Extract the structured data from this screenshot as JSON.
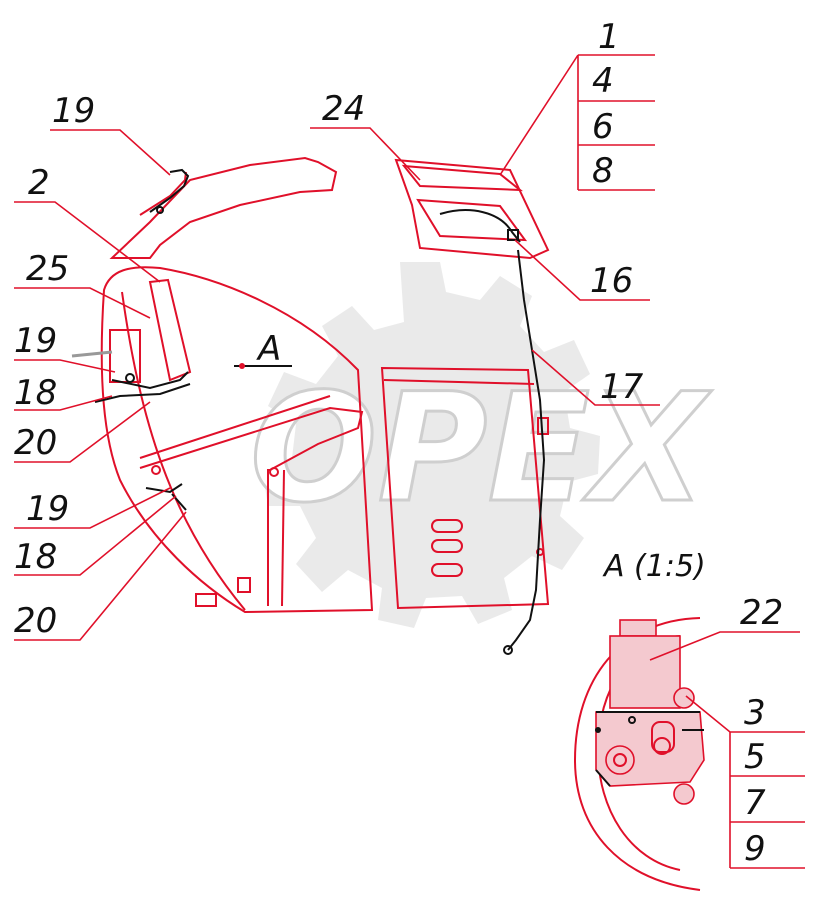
{
  "watermark": {
    "text": "OPEX"
  },
  "callouts": {
    "c1": "1",
    "c4": "4",
    "c6": "6",
    "c8": "8",
    "c24": "24",
    "c16": "16",
    "c17": "17",
    "c19a": "19",
    "c2": "2",
    "c25": "25",
    "c19b": "19",
    "c18a": "18",
    "c20a": "20",
    "c19c": "19",
    "c18b": "18",
    "c20b": "20",
    "c22": "22",
    "c3": "3",
    "c5": "5",
    "c7": "7",
    "c9": "9"
  },
  "view_marker": {
    "label": "A"
  },
  "detail_view": {
    "title": "A (1:5)"
  },
  "colors": {
    "part_outline": "#e0102a",
    "callout_text": "#111111",
    "watermark": "#d9d9d9"
  }
}
